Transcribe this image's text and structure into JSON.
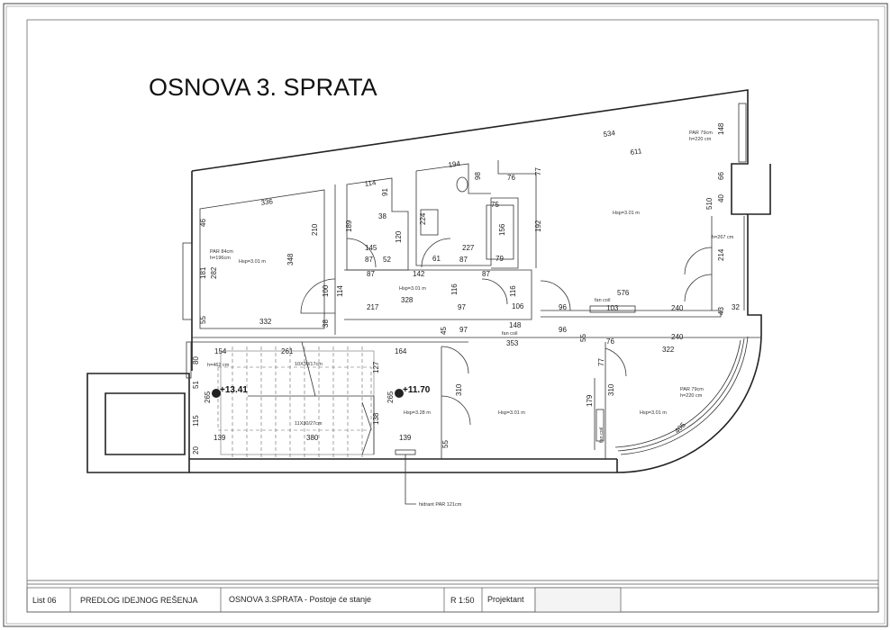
{
  "drawing": {
    "title": "OSNOVA 3. SPRATA",
    "levels": [
      "+13.41",
      "+11.70"
    ],
    "room_heights": [
      "Hsp=3.01 m",
      "Hsp=3.01 m",
      "Hsp=3.01 m",
      "Hsp=3.28 m",
      "Hsp=3.01 m",
      "Hsp=3.01 m"
    ],
    "notes": [
      "PAR 84cm",
      "h=196cm",
      "PAR 79cm",
      "h=220 cm",
      "h=267 cm",
      "PAR 79cm",
      "h=220 cm",
      "fan coil",
      "fan coil",
      "fan coil",
      "h=462 cm",
      "10X30/17cm",
      "11X30/27cm",
      "hidrant PAR 121cm"
    ],
    "dimensions": [
      "336",
      "46",
      "181",
      "282",
      "348",
      "55",
      "332",
      "210",
      "38",
      "114",
      "91",
      "189",
      "38",
      "120",
      "145",
      "87",
      "52",
      "87",
      "142",
      "87",
      "100",
      "114",
      "217",
      "97",
      "328",
      "224",
      "194",
      "98",
      "61",
      "87",
      "227",
      "76",
      "75",
      "156",
      "79",
      "77",
      "192",
      "116",
      "106",
      "148",
      "353",
      "96",
      "534",
      "611",
      "148",
      "66",
      "40",
      "510",
      "214",
      "576",
      "103",
      "240",
      "43",
      "32",
      "96",
      "55",
      "76",
      "240",
      "322",
      "77",
      "310",
      "179",
      "405",
      "154",
      "261",
      "164",
      "80",
      "51",
      "265",
      "115",
      "139",
      "380",
      "20",
      "127",
      "265",
      "138",
      "139",
      "310",
      "55",
      "116",
      "97",
      "45"
    ]
  },
  "title_block": {
    "sheet": "List 06",
    "project": "PREDLOG IDEJNOG REŠENJA",
    "sheet_title": "OSNOVA 3.SPRATA - Postoje će stanje",
    "scale": "R 1:50",
    "designer_label": "Projektant"
  }
}
